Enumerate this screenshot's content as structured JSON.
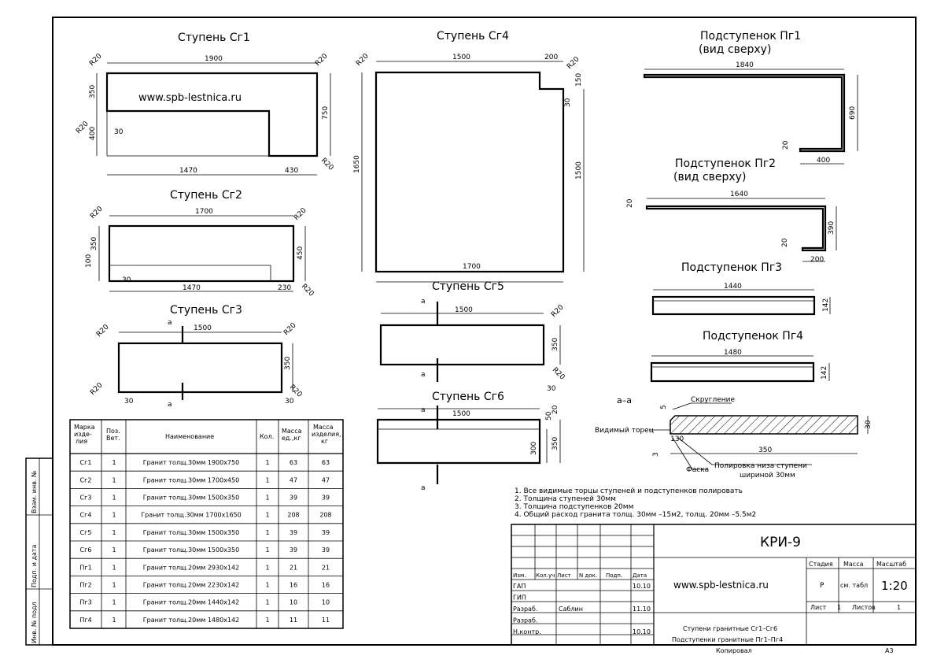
{
  "watermark": "www.spb-lestnica.ru",
  "parts": {
    "sg1": {
      "title": "Ступень Сг1",
      "dims": {
        "top": "1900",
        "h1": "350",
        "h2": "400",
        "right": "750",
        "bottom_left": "1470",
        "bottom_right": "430",
        "notch": "30",
        "r_tl": "R20",
        "r_tr": "R20",
        "r_bl": "R20",
        "r_br": "R20"
      }
    },
    "sg2": {
      "title": "Ступень Сг2",
      "dims": {
        "top": "1700",
        "h1": "350",
        "h2": "100",
        "right": "450",
        "bottom_left": "1470",
        "bottom_right": "230",
        "notch": "30",
        "r_tl": "R20",
        "r_tr": "R20",
        "r_br": "R20"
      }
    },
    "sg3": {
      "title": "Ступень Сг3",
      "dims": {
        "top": "1500",
        "right": "350",
        "bl": "30",
        "br": "30",
        "r_tl": "R20",
        "r_tr": "R20",
        "r_bl": "R20",
        "r_br": "R20",
        "sec": "а"
      }
    },
    "sg4": {
      "title": "Ступень Сг4",
      "dims": {
        "top": "1500",
        "notch_w": "200",
        "notch_h": "150",
        "notch_s": "30",
        "left": "1650",
        "right": "1500",
        "bottom": "1700",
        "r_tl": "R20",
        "r_tr": "R20"
      }
    },
    "sg5": {
      "title": "Ступень Сг5",
      "dims": {
        "top": "1500",
        "right": "350",
        "b": "30",
        "r_tr": "R20",
        "r_br": "R20",
        "sec": "а"
      }
    },
    "sg6": {
      "title": "Ступень Сг6",
      "dims": {
        "top": "1500",
        "h1": "300",
        "h2": "350",
        "s1": "50",
        "s2": "20",
        "sec": "а"
      }
    },
    "pg1": {
      "title": "Подступенок Пг1",
      "subtitle": "(вид сверху)",
      "dims": {
        "top": "1840",
        "right": "690",
        "bottom": "400",
        "t": "20"
      }
    },
    "pg2": {
      "title": "Подступенок Пг2",
      "subtitle": "(вид сверху)",
      "dims": {
        "top": "1640",
        "right": "390",
        "bottom": "200",
        "t1": "20",
        "t2": "20"
      }
    },
    "pg3": {
      "title": "Подступенок Пг3",
      "dims": {
        "top": "1440",
        "h": "142"
      }
    },
    "pg4": {
      "title": "Подступенок Пг4",
      "dims": {
        "top": "1480",
        "h": "142"
      }
    }
  },
  "section": {
    "title": "а–а",
    "rounding": "Скругление",
    "visible_edge": "Видимый торец",
    "chamfer": "Фаска",
    "polish": "Полировка низа ступени",
    "polish2": "шириной 30мм",
    "w": "350",
    "h": "30",
    "d1": "130",
    "d2": "5",
    "d3": "3"
  },
  "notes": [
    "1. Все видимые торцы ступеней и подступенков полировать",
    "2. Толщина ступеней 30мм",
    "3. Толщина подступенков 20мм",
    "4. Общий расход гранита толщ. 30мм –15м2, толщ. 20мм –5.5м2"
  ],
  "spec_table": {
    "headers": [
      "Марка изделия",
      "Поз. Вет.",
      "Наименование",
      "Кол.",
      "Масса ед.,кг",
      "Масса изделия, кг"
    ],
    "rows": [
      [
        "Сг1",
        "1",
        "Гранит толщ.30мм 1900х750",
        "1",
        "63",
        "63"
      ],
      [
        "Сг2",
        "1",
        "Гранит толщ.30мм 1700х450",
        "1",
        "47",
        "47"
      ],
      [
        "Сг3",
        "1",
        "Гранит толщ.30мм 1500х350",
        "1",
        "39",
        "39"
      ],
      [
        "Сг4",
        "1",
        "Гранит толщ.30мм 1700х1650",
        "1",
        "208",
        "208"
      ],
      [
        "Сг5",
        "1",
        "Гранит толщ.30мм 1500х350",
        "1",
        "39",
        "39"
      ],
      [
        "Сг6",
        "1",
        "Гранит толщ.30мм 1500х350",
        "1",
        "39",
        "39"
      ],
      [
        "Пг1",
        "1",
        "Гранит толщ.20мм 2930х142",
        "1",
        "21",
        "21"
      ],
      [
        "Пг2",
        "1",
        "Гранит толщ.20мм 2230х142",
        "1",
        "16",
        "16"
      ],
      [
        "Пг3",
        "1",
        "Гранит толщ.20мм 1440х142",
        "1",
        "10",
        "10"
      ],
      [
        "Пг4",
        "1",
        "Гранит толщ.20мм 1480х142",
        "1",
        "11",
        "11"
      ]
    ]
  },
  "side_stamp": [
    "Взам. инв. №",
    "Подп. и дата",
    "Инв. № подл"
  ],
  "title_block": {
    "code": "КРИ-9",
    "website": "www.spb-lestnica.ru",
    "cols": [
      "Изм.",
      "Кол.уч",
      "Лист",
      "N док.",
      "Подп.",
      "Дата"
    ],
    "roles": [
      {
        "role": "ГАП",
        "name": "",
        "date": "10.10"
      },
      {
        "role": "ГИП",
        "name": "",
        "date": ""
      },
      {
        "role": "Разраб.",
        "name": "Саблин",
        "date": "11.10"
      },
      {
        "role": "Разраб.",
        "name": "",
        "date": ""
      },
      {
        "role": "Н.контр.",
        "name": "",
        "date": "10.10"
      }
    ],
    "stage_label": "Стадия",
    "mass_label": "Масса",
    "scale_label": "Масштаб",
    "stage": "Р",
    "mass": "см. табл",
    "scale": "1:20",
    "sheet_label": "Лист",
    "sheet": "1",
    "sheets_label": "Листов",
    "sheets": "1",
    "desc1": "Ступени гранитные Сг1–Сг6",
    "desc2": "Подступенки гранитные Пг1–Пг4",
    "copied": "Копировал",
    "format": "А3"
  }
}
